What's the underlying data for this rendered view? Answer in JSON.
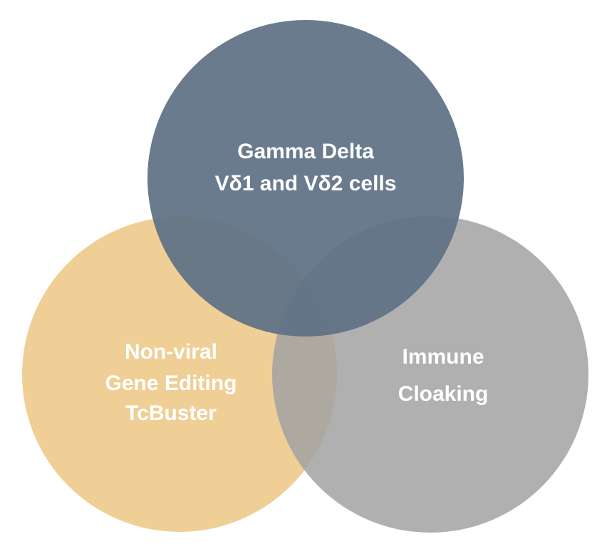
{
  "diagram": {
    "circles": [
      {
        "id": "gamma-delta",
        "lines": [
          "Gamma Delta",
          "Vδ1 and Vδ2 cells"
        ],
        "color": "#5f7185"
      },
      {
        "id": "gene-editing",
        "lines": [
          "Non-viral",
          "Gene Editing",
          "TcBuster"
        ],
        "color": "#ecc784"
      },
      {
        "id": "immune-cloaking",
        "lines": [
          "Immune",
          "Cloaking"
        ],
        "color": "#a2a2a2"
      }
    ]
  }
}
